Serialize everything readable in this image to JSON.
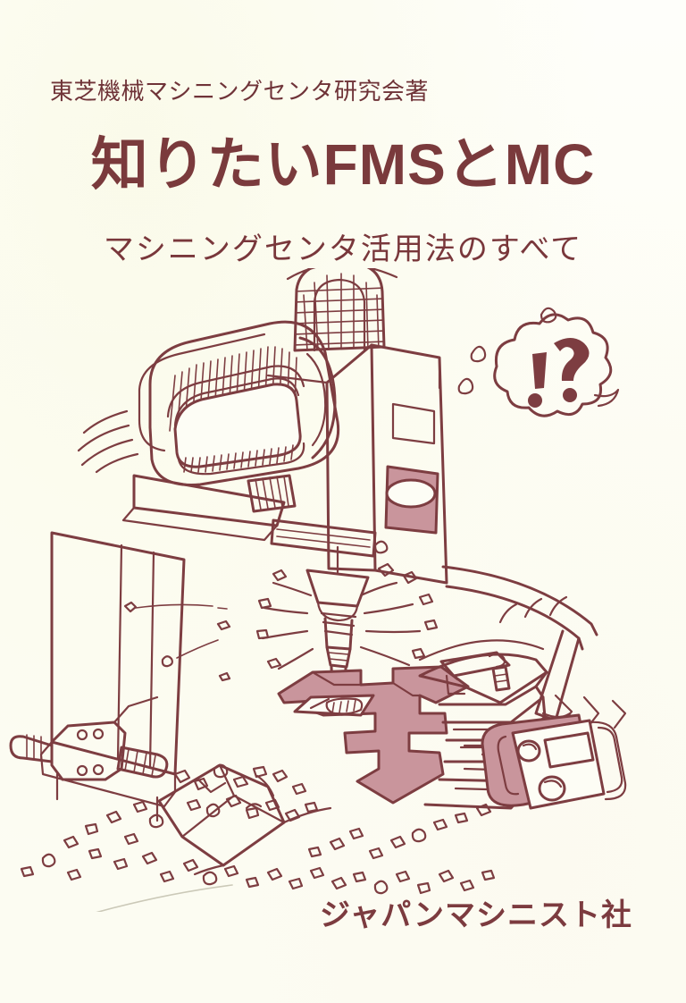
{
  "cover": {
    "author_line": "東芝機械マシニングセンタ研究会著",
    "title": "知りたいFMSとMC",
    "subtitle": "マシニングセンタ活用法のすべて",
    "publisher": "ジャパンマシニスト社",
    "background_color": "#fdfdf5",
    "ink_color": "#7a3a3c",
    "accent_fill_color": "#c9959c"
  },
  "illustration": {
    "description": "machining-center-line-drawing",
    "thought_bubble_text": "!?",
    "parts": [
      {
        "name": "spindle-head-cover",
        "label": ""
      },
      {
        "name": "tool-magazine-drum",
        "label": ""
      },
      {
        "name": "machine-column",
        "label": ""
      },
      {
        "name": "spindle-with-end-mill",
        "label": ""
      },
      {
        "name": "workpiece-fixture",
        "label": ""
      },
      {
        "name": "machine-table",
        "label": ""
      },
      {
        "name": "pendant-control-panel",
        "label": ""
      },
      {
        "name": "coolant-nozzle",
        "label": ""
      },
      {
        "name": "metal-chips",
        "label": ""
      },
      {
        "name": "motion-lines",
        "label": ""
      },
      {
        "name": "sweat-drops",
        "label": ""
      }
    ]
  }
}
